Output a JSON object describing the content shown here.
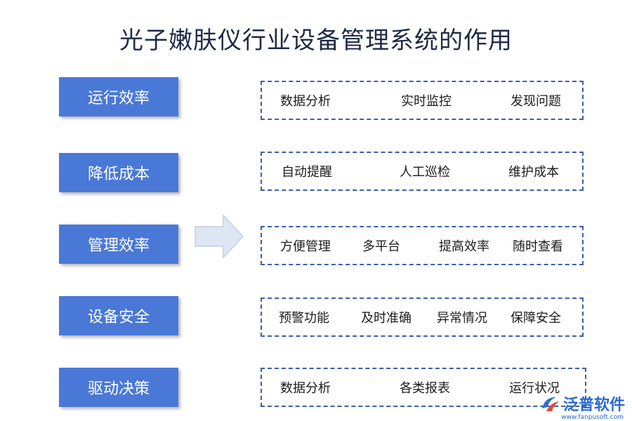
{
  "title": "光子嫩肤仪行业设备管理系统的作用",
  "rows": [
    {
      "label": "运行效率",
      "items": [
        "数据分析",
        "实时监控",
        "发现问题"
      ]
    },
    {
      "label": "降低成本",
      "items": [
        "自动提醒",
        "人工巡检",
        "维护成本"
      ]
    },
    {
      "label": "管理效率",
      "items": [
        "方便管理",
        "多平台",
        "提高效率",
        "随时查看"
      ]
    },
    {
      "label": "设备安全",
      "items": [
        "预警功能",
        "及时准确",
        "异常情况",
        "保障安全"
      ]
    },
    {
      "label": "驱动决策",
      "items": [
        "数据分析",
        "各类报表",
        "运行状况"
      ]
    }
  ],
  "logo": {
    "name": "泛普软件",
    "url": "www.fanpusoft.com"
  },
  "colors": {
    "left_box": "#4a78d6",
    "dashed_border": "#3a5fb0",
    "arrow": "#dfe6f3"
  }
}
